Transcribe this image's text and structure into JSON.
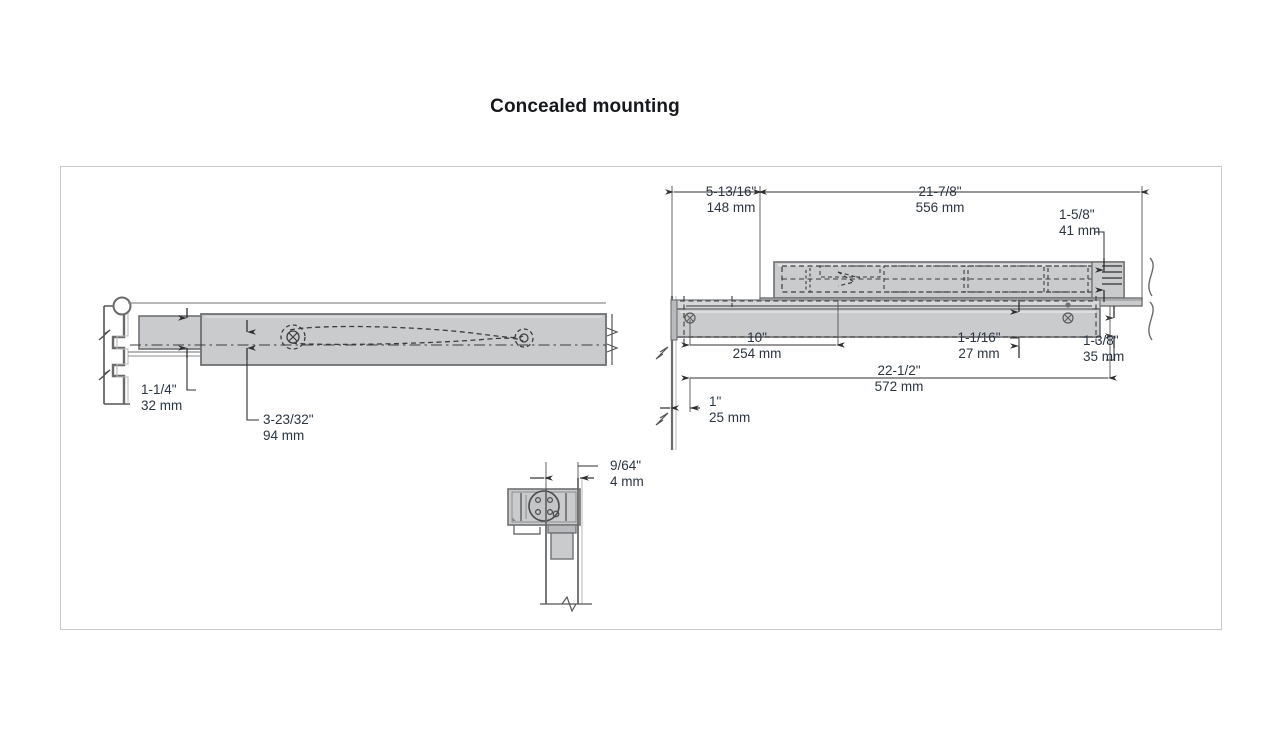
{
  "page": {
    "title": "Concealed mounting",
    "background_color": "#ffffff",
    "frame_border_color": "#c9cace",
    "text_color": "#2b3442",
    "title_color": "#16181d",
    "part_fill_color": "#c9cbcd",
    "line_color": "#4a4a4a"
  },
  "drawing": {
    "type": "technical-dimension-drawing",
    "views": [
      {
        "name": "left-elevation-view",
        "description": "Door and track assembly with concealed arm shown in hidden line"
      },
      {
        "name": "right-section-view",
        "description": "Header section with concealed closer body and slide track"
      },
      {
        "name": "bottom-detail-view",
        "description": "Pivot / spindle detail at door jamb"
      }
    ]
  },
  "dimensions": {
    "left_view": [
      {
        "id": "dim-1-1-4",
        "inch": "1-1/4\"",
        "metric": "32 mm"
      },
      {
        "id": "dim-3-23-32",
        "inch": "3-23/32\"",
        "metric": "94 mm"
      }
    ],
    "right_view_top": [
      {
        "id": "dim-5-13-16",
        "inch": "5-13/16\"",
        "metric": "148 mm"
      },
      {
        "id": "dim-21-7-8",
        "inch": "21-7/8\"",
        "metric": "556 mm"
      },
      {
        "id": "dim-1-5-8",
        "inch": "1-5/8\"",
        "metric": "41 mm"
      }
    ],
    "right_view_bottom": [
      {
        "id": "dim-10",
        "inch": "10\"",
        "metric": "254 mm"
      },
      {
        "id": "dim-1-1-16",
        "inch": "1-1/16\"",
        "metric": "27 mm"
      },
      {
        "id": "dim-1-3-8",
        "inch": "1-3/8\"",
        "metric": "35 mm"
      },
      {
        "id": "dim-22-1-2",
        "inch": "22-1/2\"",
        "metric": "572 mm"
      },
      {
        "id": "dim-1",
        "inch": "1\"",
        "metric": "25 mm"
      }
    ],
    "detail_view": [
      {
        "id": "dim-9-64",
        "inch": "9/64\"",
        "metric": "4 mm"
      }
    ]
  }
}
